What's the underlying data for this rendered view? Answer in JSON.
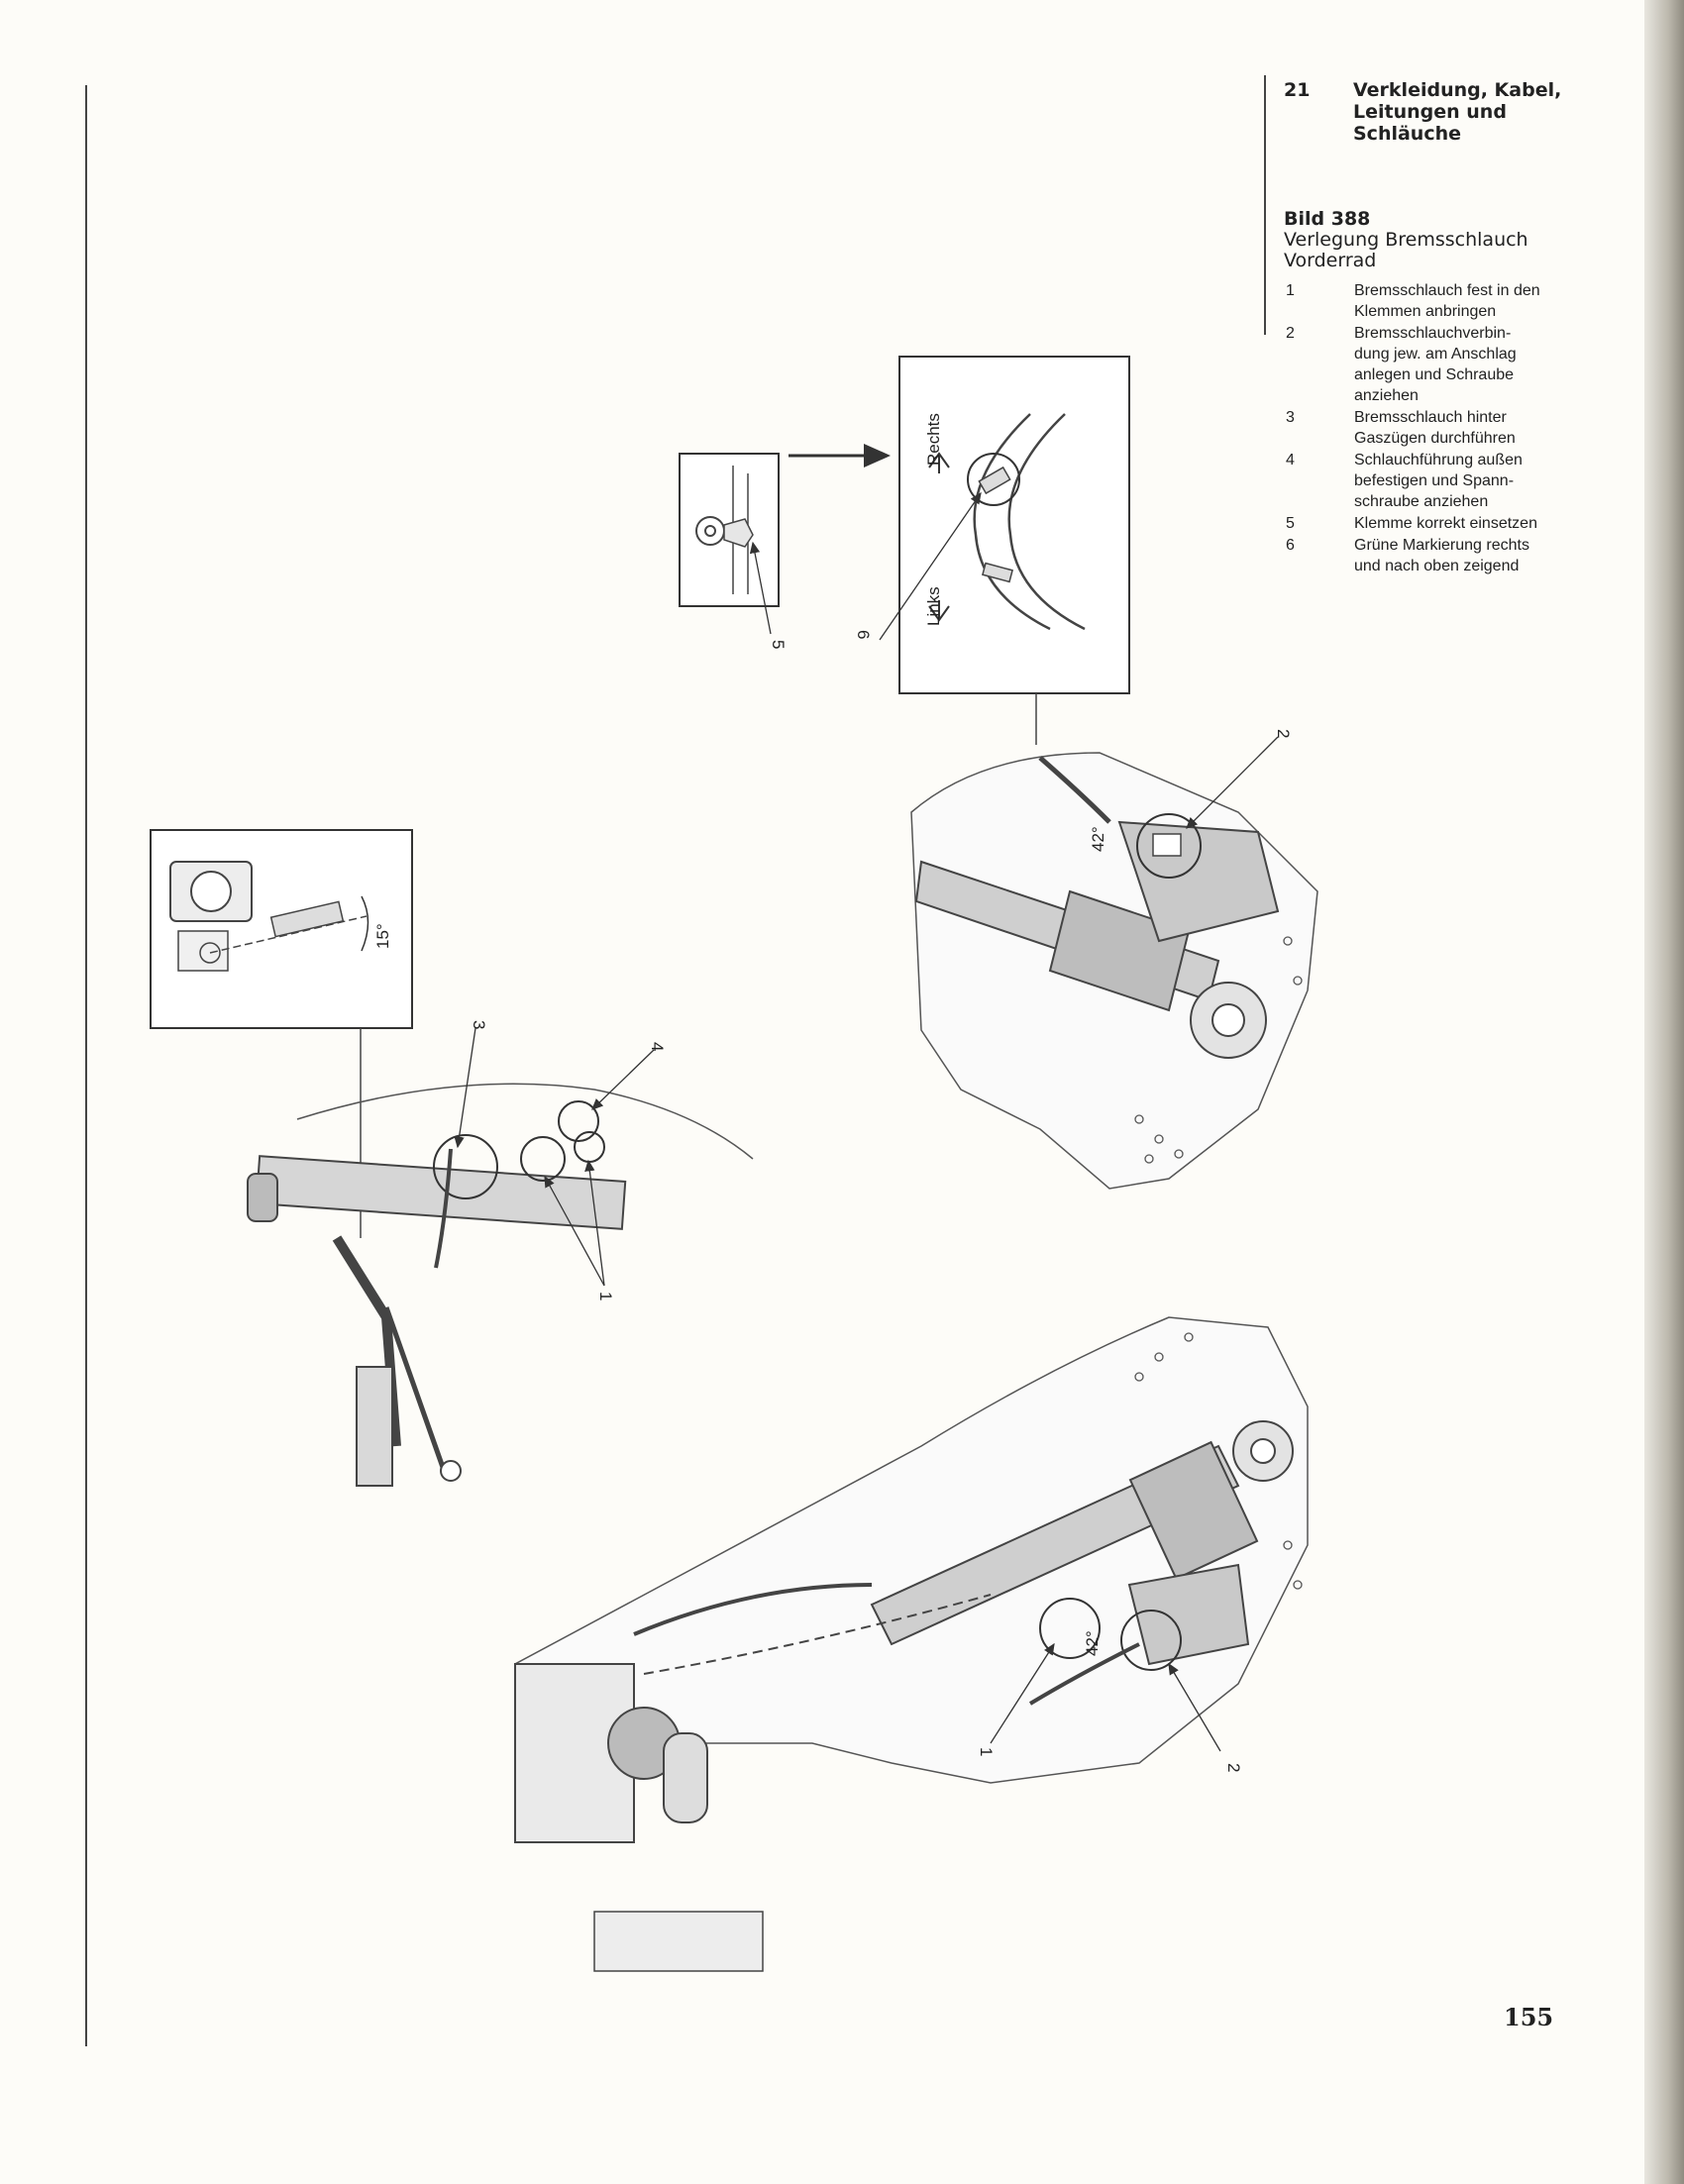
{
  "chapter": {
    "number": "21",
    "title": "Verkleidung, Kabel, Leitungen und Schläuche"
  },
  "figure": {
    "label": "Bild 388",
    "caption": "Verlegung Bremsschlauch Vorderrad",
    "legend": [
      {
        "num": "1",
        "text": "Bremsschlauch fest in den Klemmen anbringen"
      },
      {
        "num": "2",
        "text": "Bremsschlauchverbin-dung jew. am Anschlag anlegen und Schraube anziehen"
      },
      {
        "num": "3",
        "text": "Bremsschlauch hinter Gaszügen durchführen"
      },
      {
        "num": "4",
        "text": "Schlauchführung außen befestigen und Spann-schraube anziehen"
      },
      {
        "num": "5",
        "text": "Klemme korrekt einsetzen"
      },
      {
        "num": "6",
        "text": "Grüne Markierung rechts und nach oben zeigend"
      }
    ]
  },
  "drawing": {
    "labels": {
      "rechts": "Rechts",
      "links": "Links",
      "angle_15": "15°",
      "angle_42_top": "42°",
      "angle_42_bottom": "42°"
    },
    "callouts": {
      "c1_a": "1",
      "c1_b": "1",
      "c2_a": "2",
      "c2_b": "2",
      "c3": "3",
      "c4": "4",
      "c5": "5",
      "c6": "6"
    }
  },
  "page_number": "155"
}
